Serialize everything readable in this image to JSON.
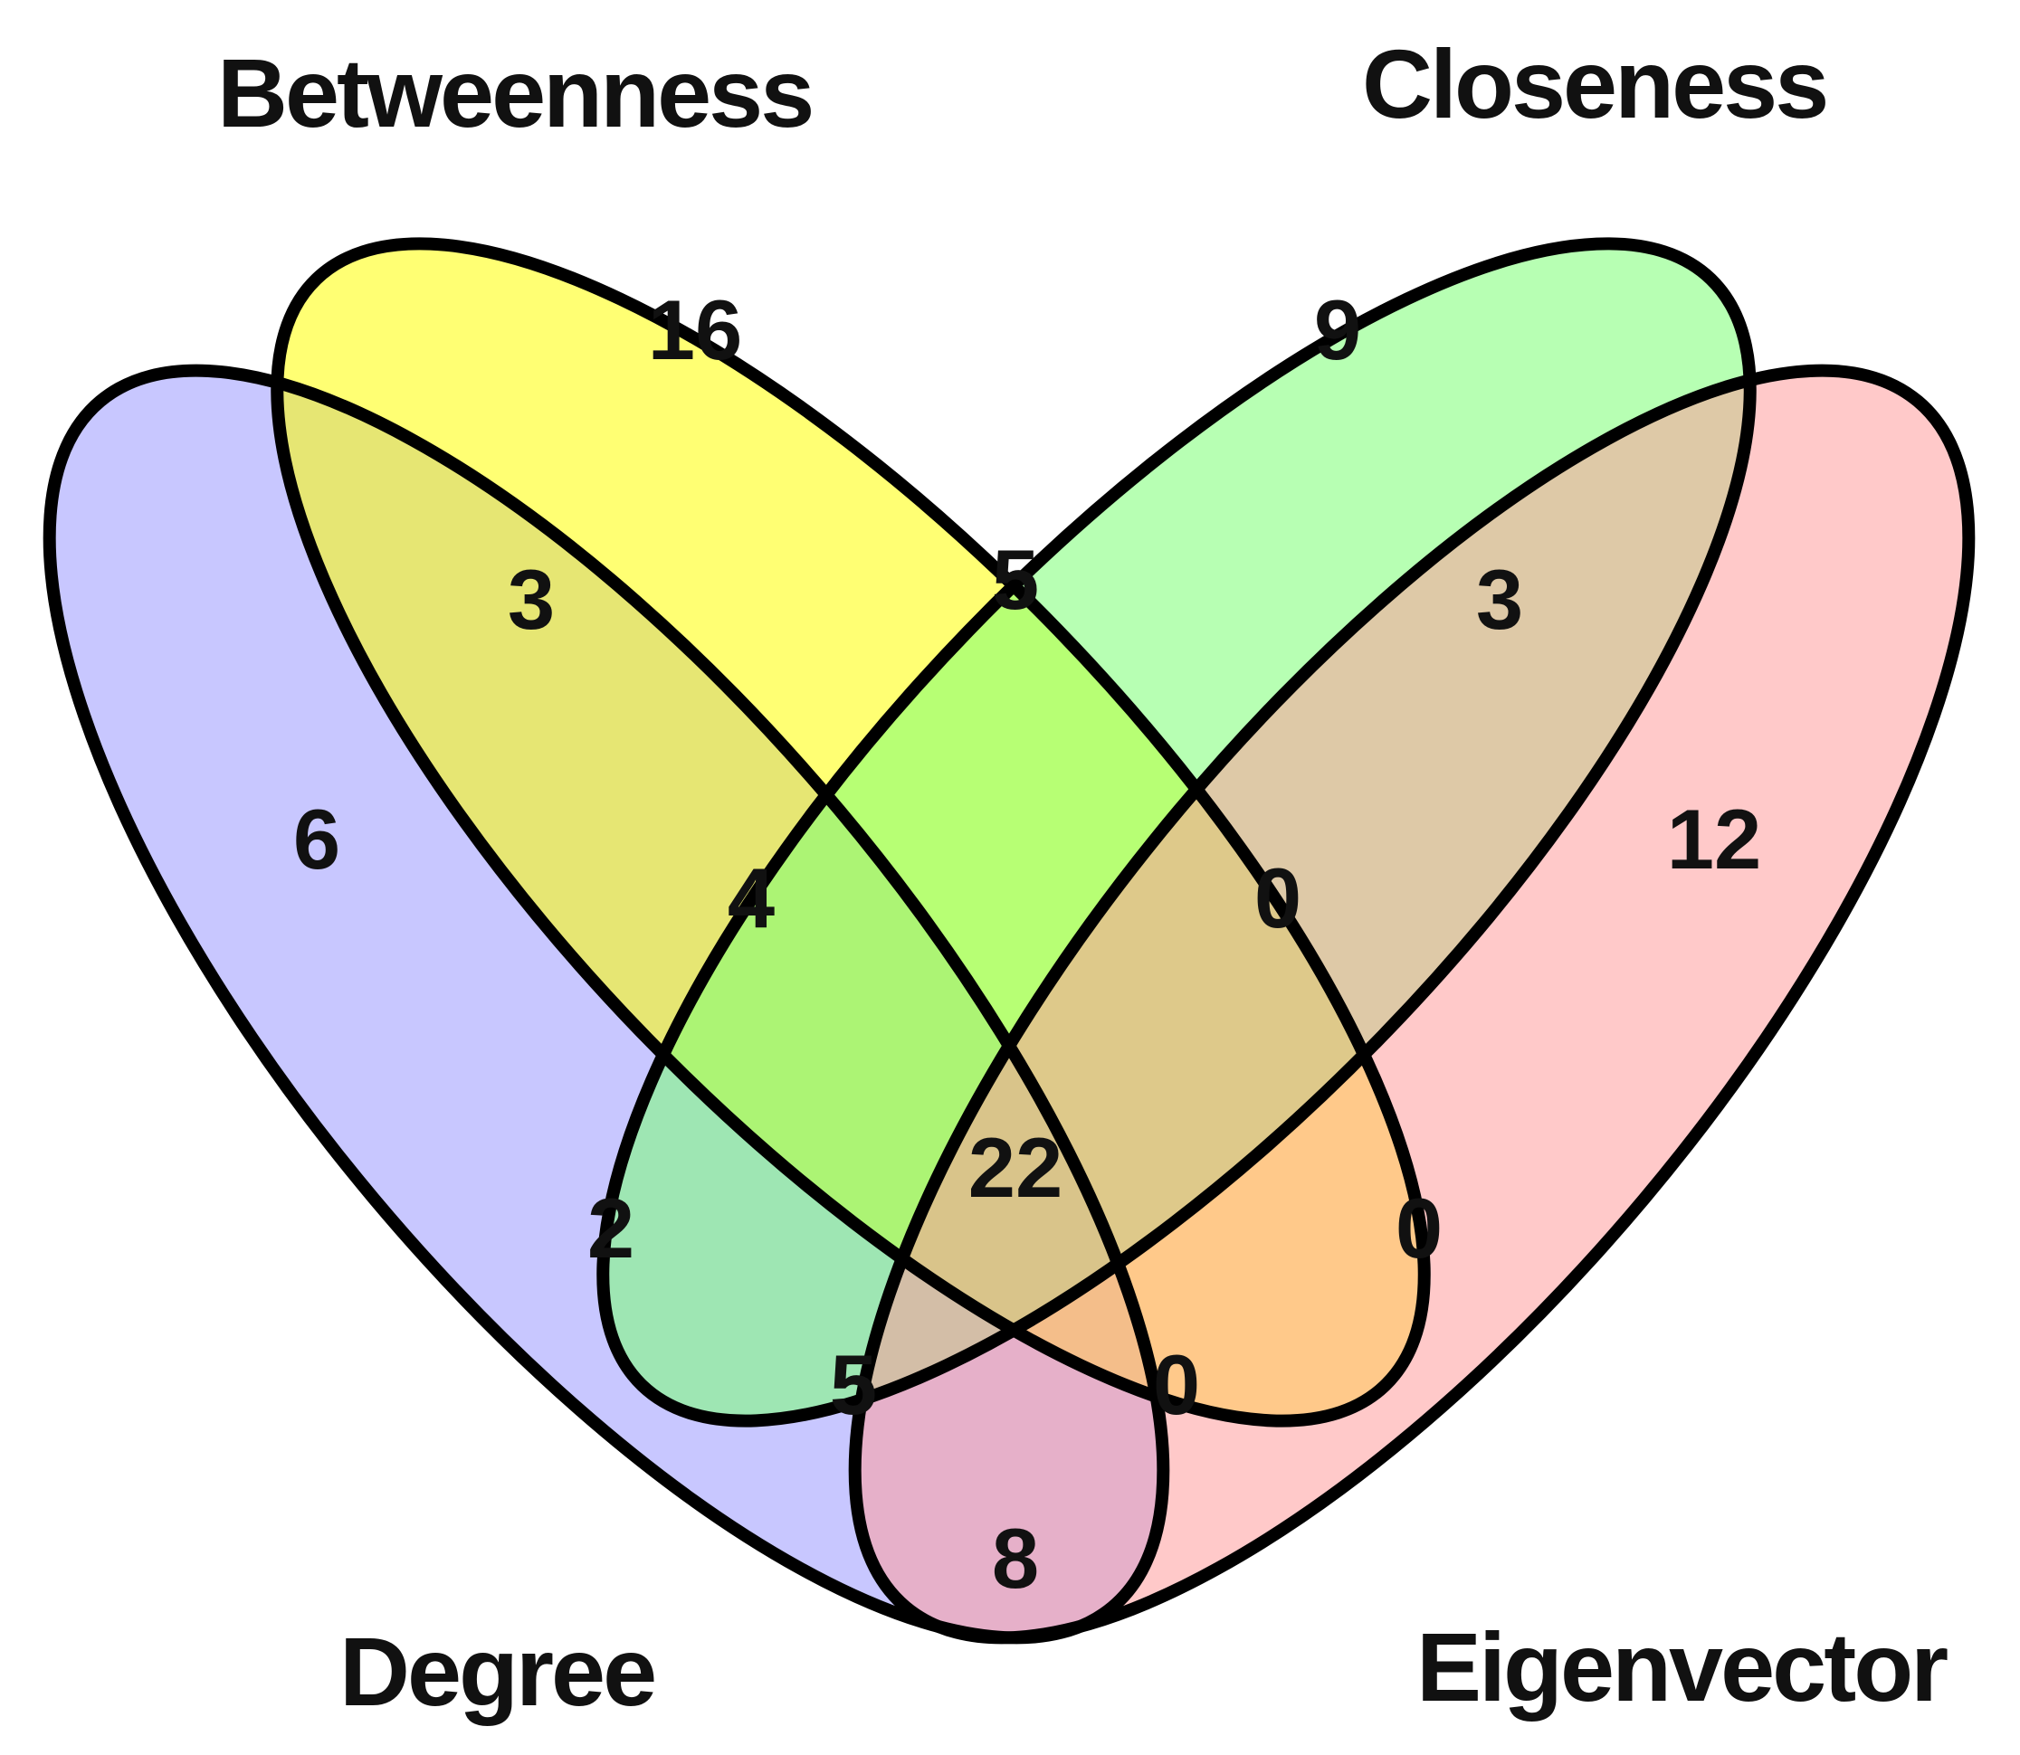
{
  "sets": {
    "betweenness": {
      "label": "Betweenness",
      "color": "#ffff00"
    },
    "closeness": {
      "label": "Closeness",
      "color": "#7cff74"
    },
    "degree": {
      "label": "Degree",
      "color": "#9a99ff"
    },
    "eigenvector": {
      "label": "Eigenvector",
      "color": "#ff9c9c"
    }
  },
  "regions": {
    "degree_only": "6",
    "betweenness_only": "16",
    "closeness_only": "9",
    "eigenvector_only": "12",
    "degree_betweenness": "3",
    "betweenness_closeness": "5",
    "closeness_eigenvector": "3",
    "degree_betweenness_closeness": "4",
    "betweenness_closeness_eigenvector": "0",
    "degree_closeness": "2",
    "all_four": "22",
    "closeness_eigenvector_only_lower": "0",
    "degree_betweenness_eigenvector": "5",
    "degree_closeness_eigenvector": "0",
    "degree_eigenvector": "8"
  }
}
